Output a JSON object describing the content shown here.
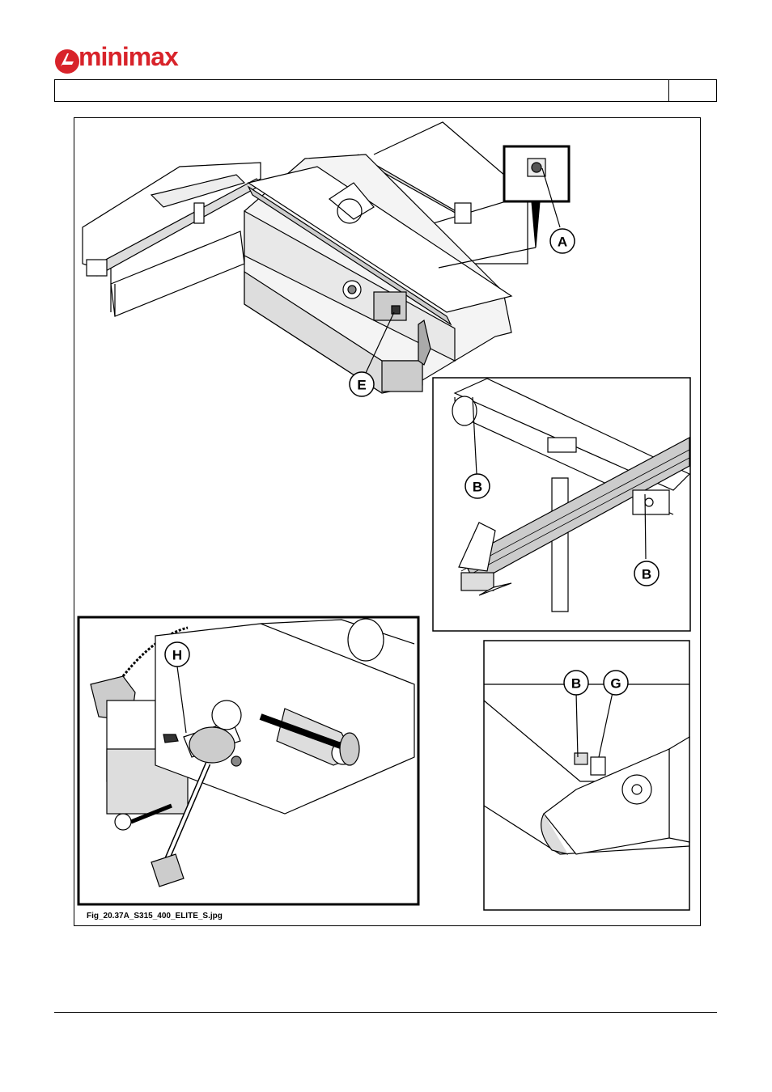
{
  "brand": {
    "name": "minimax",
    "color": "#d8232a"
  },
  "figure": {
    "caption": "Fig_20.37A_S315_400_ELITE_S.jpg",
    "callouts": {
      "a": "A",
      "e": "E",
      "b1": "B",
      "b2": "B",
      "b3": "B",
      "g": "G",
      "h": "H"
    }
  }
}
